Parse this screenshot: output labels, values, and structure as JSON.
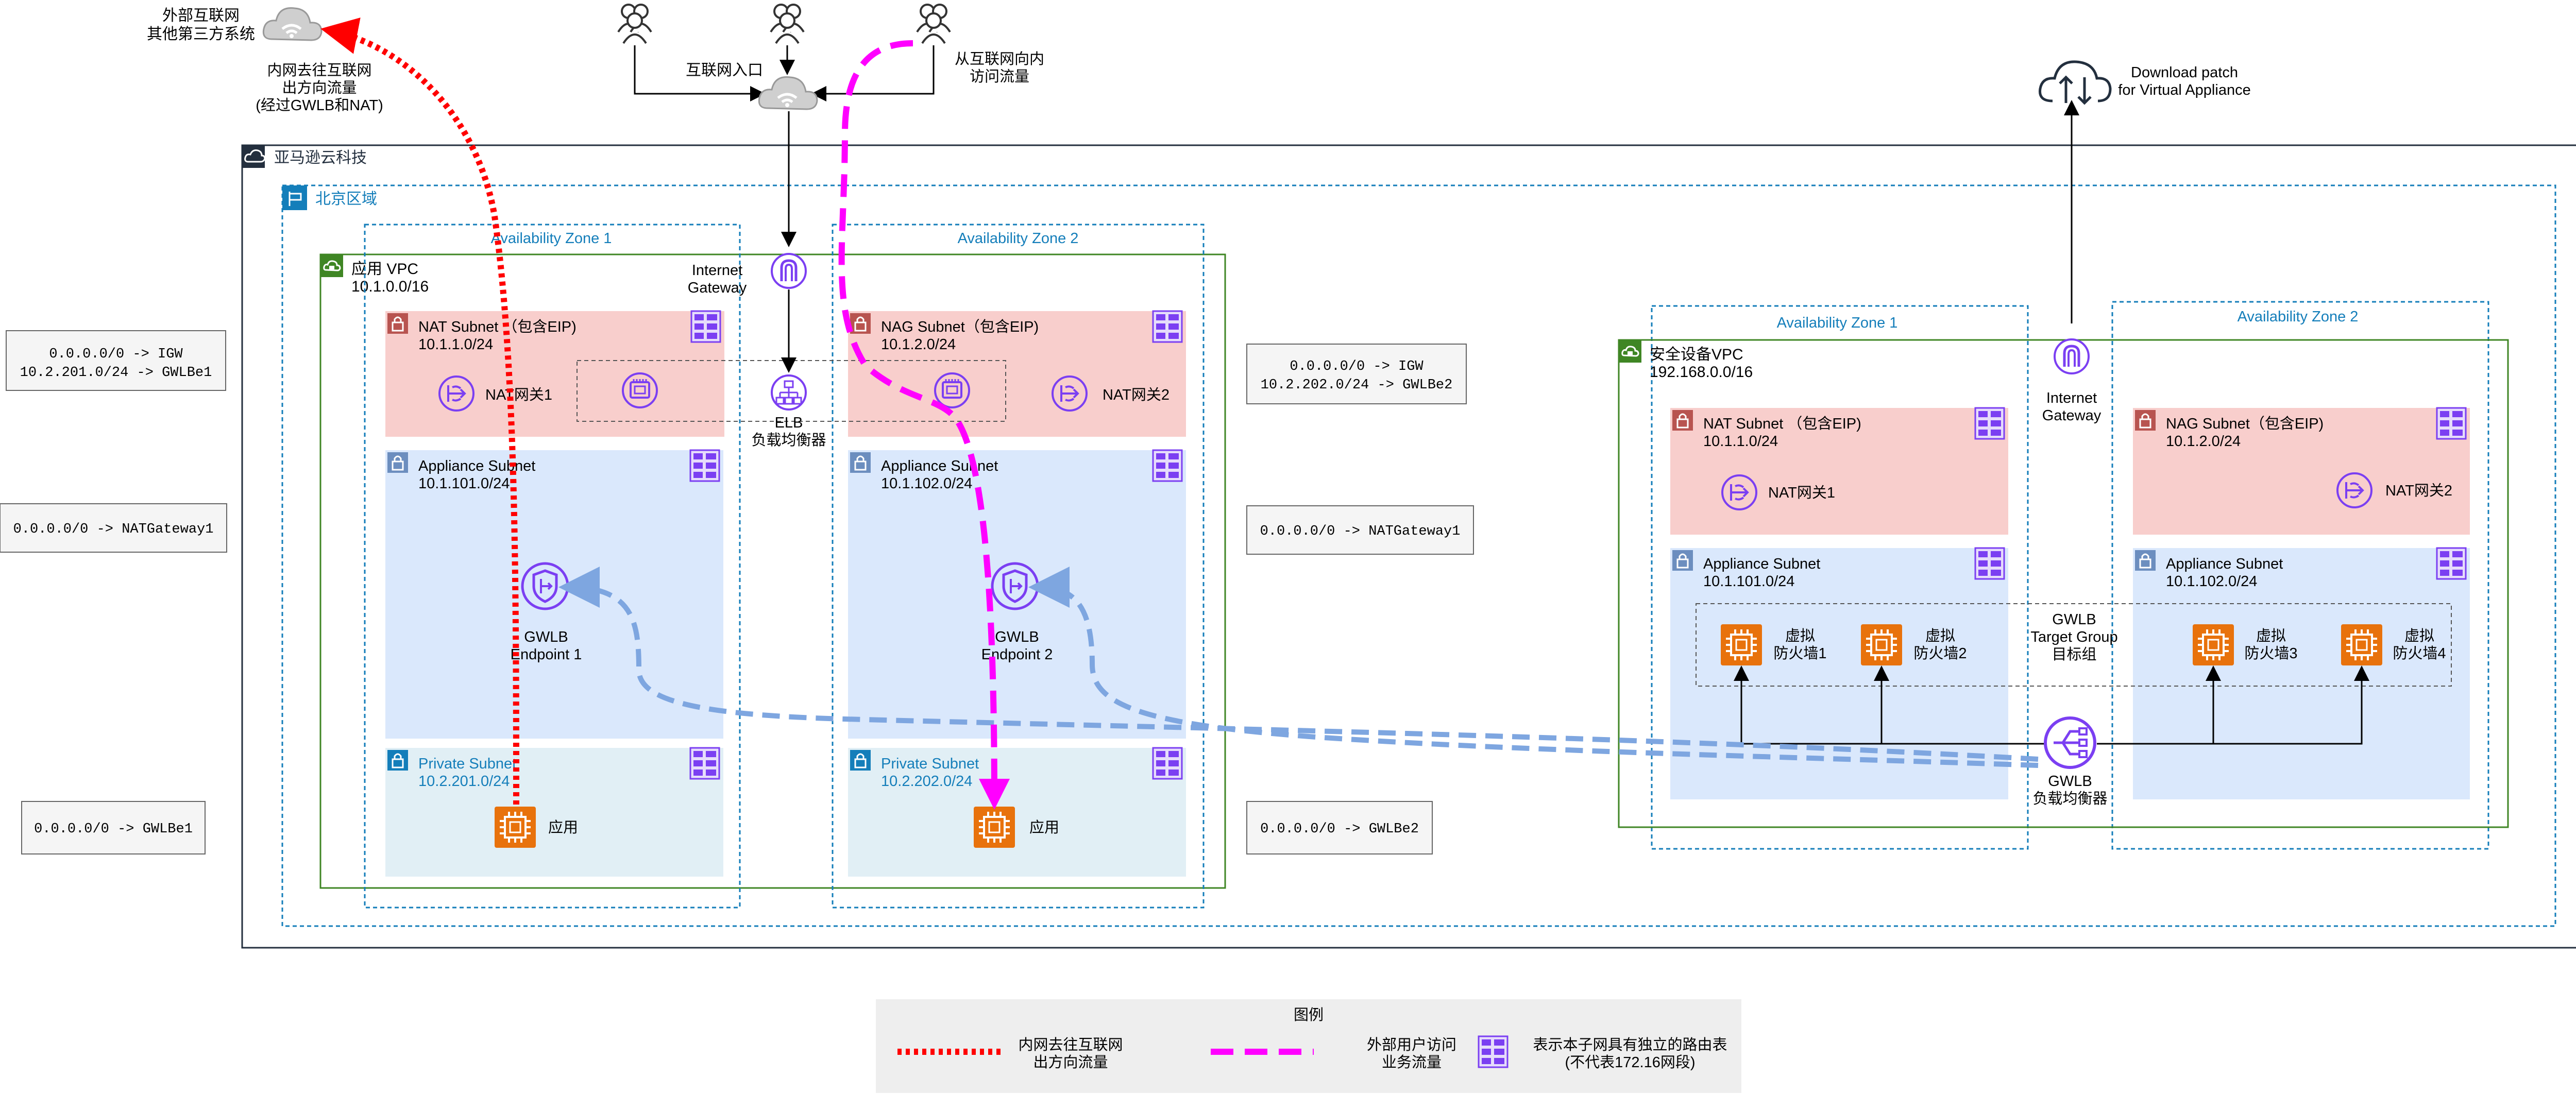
{
  "external": {
    "cloud_label_1": "外部互联网",
    "cloud_label_2": "其他第三方系统",
    "outbound_note_1": "内网去往互联网",
    "outbound_note_2": "出方向流量",
    "outbound_note_3": "(经过GWLB和NAT)",
    "internet_entry": "互联网入口",
    "inbound_note_1": "从互联网向内",
    "inbound_note_2": "访问流量",
    "patch_1": "Download patch",
    "patch_2": "for Virtual Appliance"
  },
  "account": {
    "label": "亚马逊云科技"
  },
  "region": {
    "label": "北京区域"
  },
  "app_vpc": {
    "name": "应用 VPC",
    "cidr": "10.1.0.0/16",
    "az1": "Availability Zone 1",
    "az2": "Availability Zone 2",
    "igw_1": "Internet",
    "igw_2": "Gateway",
    "elb_1": "ELB",
    "elb_2": "负载均衡器",
    "nat_subnet_1": {
      "name": "NAT Subnet （包含EIP)",
      "cidr": "10.1.1.0/24",
      "nat": "NAT网关1"
    },
    "nat_subnet_2": {
      "name": "NAG Subnet（包含EIP)",
      "cidr": "10.1.2.0/24",
      "nat": "NAT网关2"
    },
    "app_subnet_1": {
      "name": "Appliance Subnet",
      "cidr": "10.1.101.0/24",
      "ep_1": "GWLB",
      "ep_2": "Endpoint 1"
    },
    "app_subnet_2": {
      "name": "Appliance Subnet",
      "cidr": "10.1.102.0/24",
      "ep_1": "GWLB",
      "ep_2": "Endpoint 2"
    },
    "priv_subnet_1": {
      "name": "Private Subnet",
      "cidr": "10.2.201.0/24",
      "app": "应用"
    },
    "priv_subnet_2": {
      "name": "Private Subnet",
      "cidr": "10.2.202.0/24",
      "app": "应用"
    }
  },
  "route_tables": {
    "rt1_line1": "0.0.0.0/0 -> IGW",
    "rt1_line2": "10.2.201.0/24 -> GWLBe1",
    "rt2_line1": "0.0.0.0/0 -> IGW",
    "rt2_line2": "10.2.202.0/24 -> GWLBe2",
    "rt3": "0.0.0.0/0 -> NATGateway1",
    "rt4": "0.0.0.0/0 -> NATGateway1",
    "rt5": "0.0.0.0/0 -> GWLBe1",
    "rt6": "0.0.0.0/0 -> GWLBe2"
  },
  "sec_vpc": {
    "name": "安全设备VPC",
    "cidr": "192.168.0.0/16",
    "az1": "Availability Zone 1",
    "az2": "Availability Zone 2",
    "igw_1": "Internet",
    "igw_2": "Gateway",
    "nat_subnet_1": {
      "name": "NAT Subnet （包含EIP)",
      "cidr": "10.1.1.0/24",
      "nat": "NAT网关1"
    },
    "nat_subnet_2": {
      "name": "NAG Subnet（包含EIP)",
      "cidr": "10.1.2.0/24",
      "nat": "NAT网关2"
    },
    "app_subnet_1": {
      "name": "Appliance Subnet",
      "cidr": "10.1.101.0/24"
    },
    "app_subnet_2": {
      "name": "Appliance Subnet",
      "cidr": "10.1.102.0/24"
    },
    "fw": [
      {
        "l1": "虚拟",
        "l2": "防火墙1"
      },
      {
        "l1": "虚拟",
        "l2": "防火墙2"
      },
      {
        "l1": "虚拟",
        "l2": "防火墙3"
      },
      {
        "l1": "虚拟",
        "l2": "防火墙4"
      }
    ],
    "tg_1": "GWLB",
    "tg_2": "Target Group",
    "tg_3": "目标组",
    "gwlb_1": "GWLB",
    "gwlb_2": "负载均衡器"
  },
  "legend": {
    "title": "图例",
    "red_1": "内网去往互联网",
    "red_2": "出方向流量",
    "pink_1": "外部用户访问",
    "pink_2": "业务流量",
    "rt_1": "表示本子网具有独立的路由表",
    "rt_2": "(不代表172.16网段)"
  },
  "colors": {
    "outbound_flow": "#ff0000",
    "inbound_flow": "#ff00ff",
    "gwlb_flow": "#7ea6e0",
    "vpc_border": "#3f8624",
    "nat_subnet": "#f8cecc",
    "appliance_subnet": "#dae8fc",
    "private_subnet": "#e1eff5",
    "icon_purple": "#7b3ff2",
    "compute_orange": "#e8720c"
  }
}
